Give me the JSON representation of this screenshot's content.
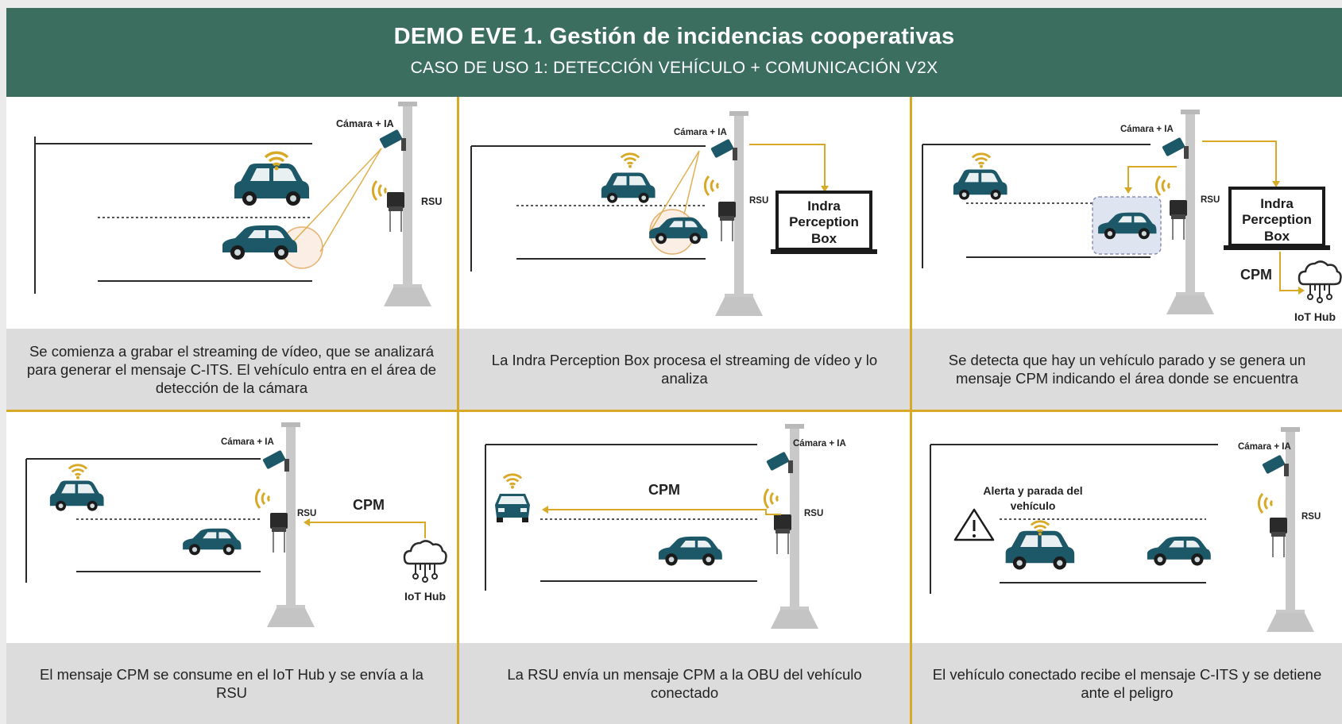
{
  "header": {
    "title": "DEMO EVE 1. Gestión de incidencias cooperativas",
    "subtitle": "CASO DE USO 1: DETECCIÓN VEHÍCULO + COMUNICACIÓN V2X"
  },
  "labels": {
    "camera": "Cámara + IA",
    "rsu": "RSU",
    "box_line1": "Indra",
    "box_line2": "Perception",
    "box_line3": "Box",
    "cpm": "CPM",
    "iot_hub": "IoT Hub",
    "alert_line1": "Alerta y parada del",
    "alert_line2": "vehículo"
  },
  "panels": [
    {
      "caption": "Se comienza a grabar el streaming de vídeo, que se analizará para generar el mensaje C-ITS. El vehículo entra en el área de detección de la cámara"
    },
    {
      "caption": "La Indra Perception Box procesa el streaming de vídeo y lo analiza"
    },
    {
      "caption": "Se detecta que hay un vehículo parado y se genera un mensaje CPM indicando el área donde se encuentra"
    },
    {
      "caption": "El mensaje CPM se consume en el IoT Hub y se envía a la RSU"
    },
    {
      "caption": "La RSU envía un mensaje CPM a la OBU del vehículo conectado"
    },
    {
      "caption": "El vehículo conectado recibe el mensaje C-ITS y se detiene ante el peligro"
    }
  ],
  "colors": {
    "header_bg": "#3b6e5f",
    "accent": "#d7a927",
    "car": "#1d5869",
    "caption_bg": "#dcdcdc",
    "pole": "#c9c9c9"
  },
  "icons": [
    "camera-icon",
    "rsu-icon",
    "wifi-icon",
    "car-icon",
    "cloud-icon",
    "warning-icon",
    "laptop-icon"
  ]
}
